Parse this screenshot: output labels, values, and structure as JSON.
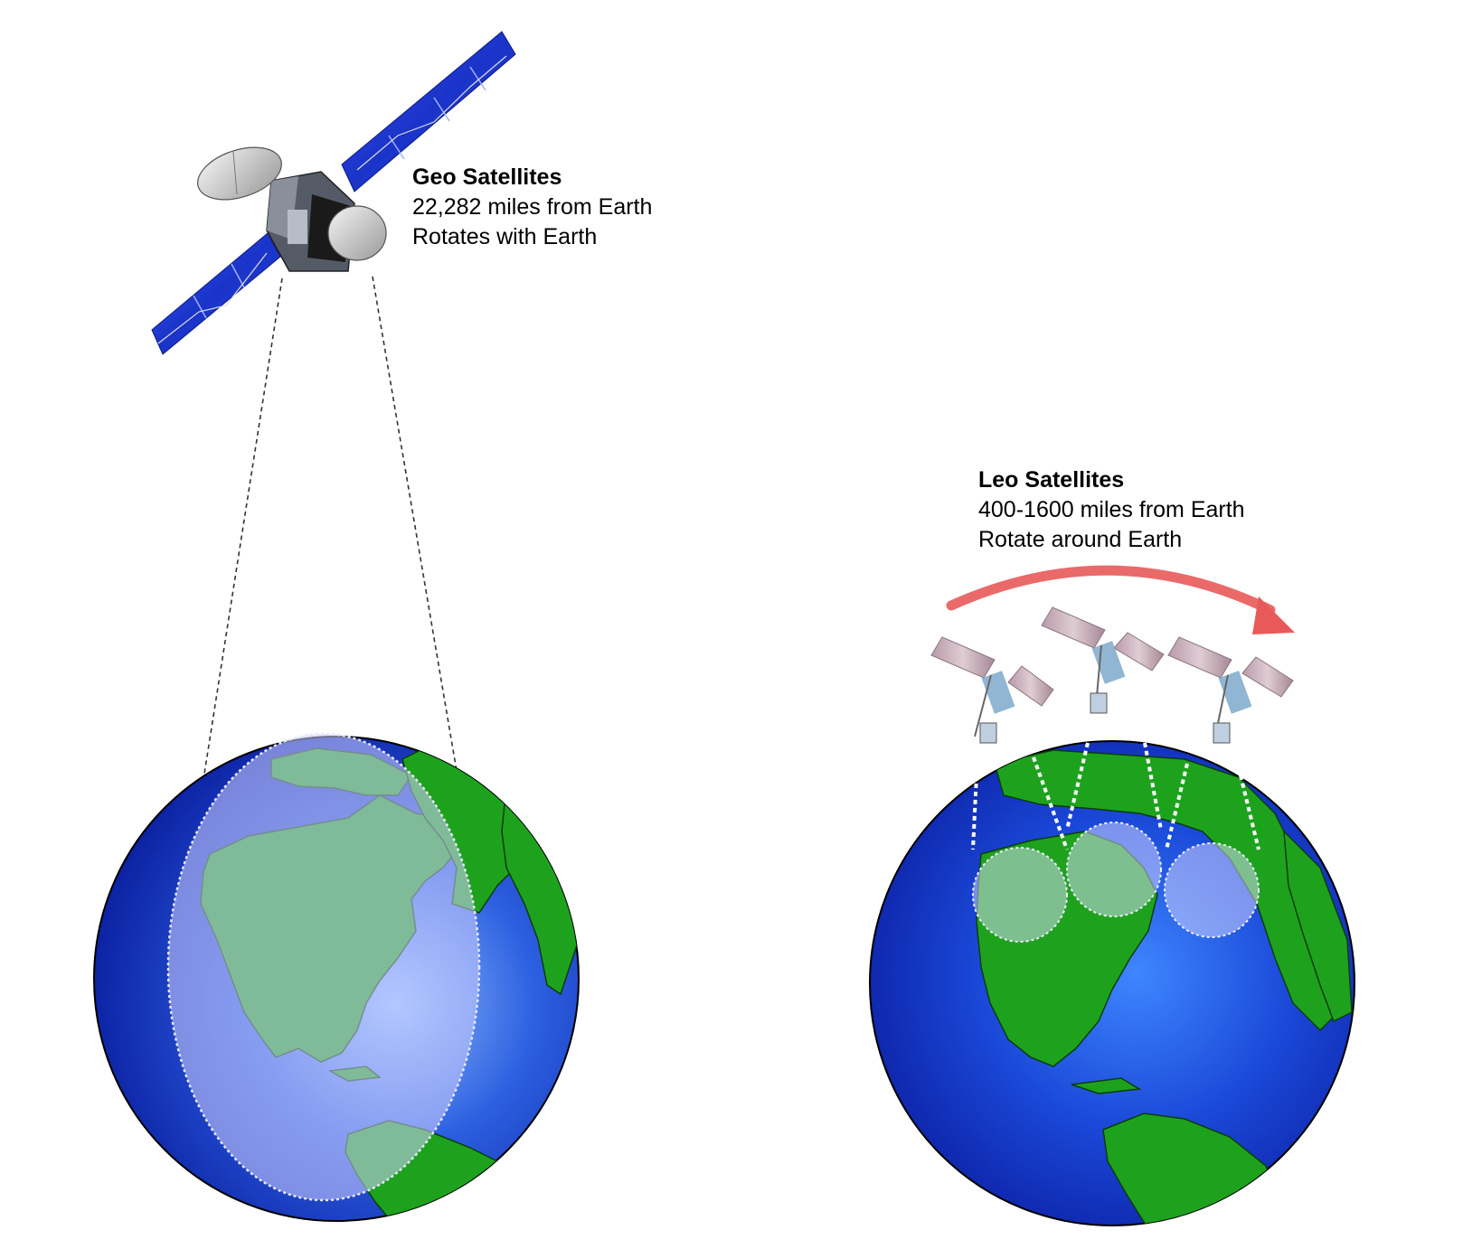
{
  "geo": {
    "title": "Geo Satellites",
    "line1": "22,282 miles from Earth",
    "line2": "Rotates with Earth"
  },
  "leo": {
    "title": "Leo Satellites",
    "line1": "400-1600 miles from Earth",
    "line2": "Rotate around Earth"
  },
  "colors": {
    "ocean_light": "#7fb2ff",
    "ocean_dark": "#0a22a8",
    "land": "#1ea21e",
    "land_edge": "#0b3d0b",
    "coverage": "#c8c8ff",
    "orbit_arrow": "#e85a5a",
    "solar_panel_geo": "#1f3fd0",
    "solar_panel_leo": "#c8b0b8"
  },
  "icons": [
    "geo-satellite-icon",
    "leo-satellite-icon",
    "earth-globe-icon",
    "rotation-arrow-icon"
  ]
}
